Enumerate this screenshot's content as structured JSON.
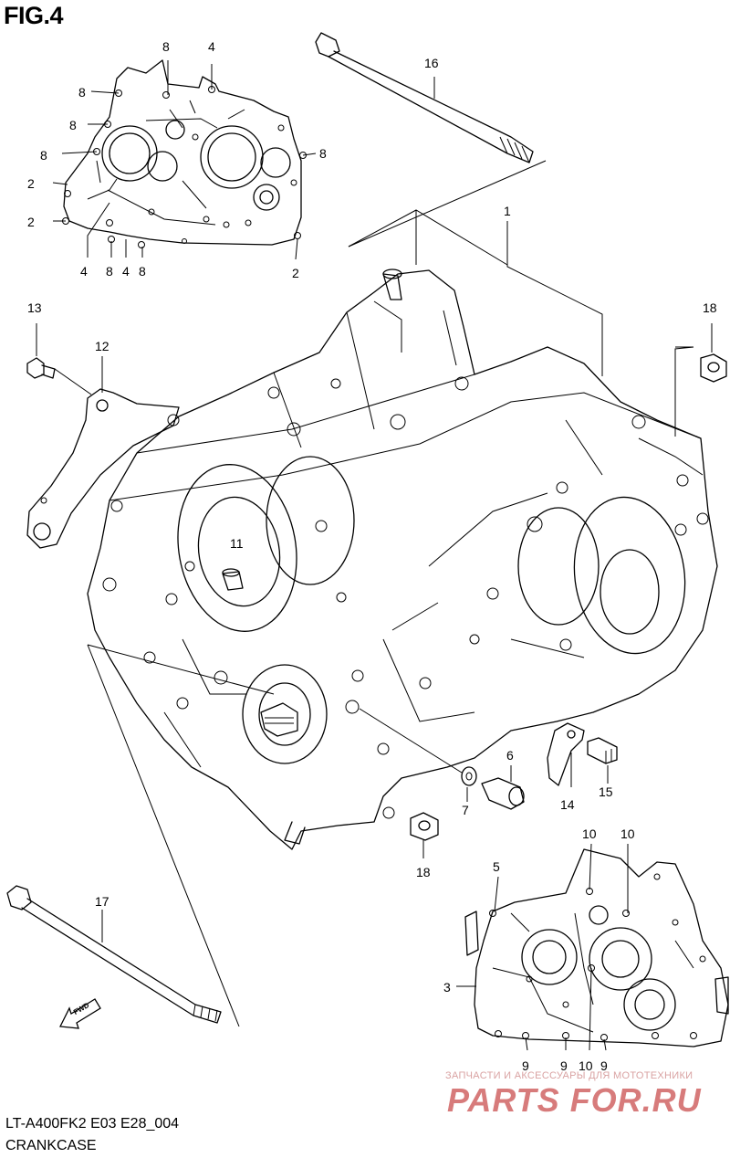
{
  "figure": {
    "title": "FIG.4",
    "model_code": "LT-A400FK2 E03 E28_004",
    "caption": "CRANKCASE"
  },
  "callouts": [
    {
      "id": "c8a",
      "text": "8"
    },
    {
      "id": "c4a",
      "text": "4"
    },
    {
      "id": "c8b",
      "text": "8"
    },
    {
      "id": "c8c",
      "text": "8"
    },
    {
      "id": "c8d",
      "text": "8"
    },
    {
      "id": "c8e",
      "text": "8"
    },
    {
      "id": "c2a",
      "text": "2"
    },
    {
      "id": "c2b",
      "text": "2"
    },
    {
      "id": "c4b",
      "text": "4"
    },
    {
      "id": "c8f",
      "text": "8"
    },
    {
      "id": "c4c",
      "text": "4"
    },
    {
      "id": "c8g",
      "text": "8"
    },
    {
      "id": "c2c",
      "text": "2"
    },
    {
      "id": "c16",
      "text": "16"
    },
    {
      "id": "c1",
      "text": "1"
    },
    {
      "id": "c13",
      "text": "13"
    },
    {
      "id": "c12",
      "text": "12"
    },
    {
      "id": "c18a",
      "text": "18"
    },
    {
      "id": "c11",
      "text": "11"
    },
    {
      "id": "c6",
      "text": "6"
    },
    {
      "id": "c7",
      "text": "7"
    },
    {
      "id": "c14",
      "text": "14"
    },
    {
      "id": "c15",
      "text": "15"
    },
    {
      "id": "c18b",
      "text": "18"
    },
    {
      "id": "c10a",
      "text": "10"
    },
    {
      "id": "c10b",
      "text": "10"
    },
    {
      "id": "c5",
      "text": "5"
    },
    {
      "id": "c3",
      "text": "3"
    },
    {
      "id": "c17",
      "text": "17"
    },
    {
      "id": "c9a",
      "text": "9"
    },
    {
      "id": "c9b",
      "text": "9"
    },
    {
      "id": "c10c",
      "text": "10"
    },
    {
      "id": "c9c",
      "text": "9"
    }
  ],
  "direction_arrow": {
    "label": "FWD"
  },
  "watermark": {
    "tagline": "ЗАПЧАСТИ И АКСЕССУАРЫ ДЛЯ МОТОТЕХНИКИ",
    "logo": "PARTS FOR.RU"
  }
}
